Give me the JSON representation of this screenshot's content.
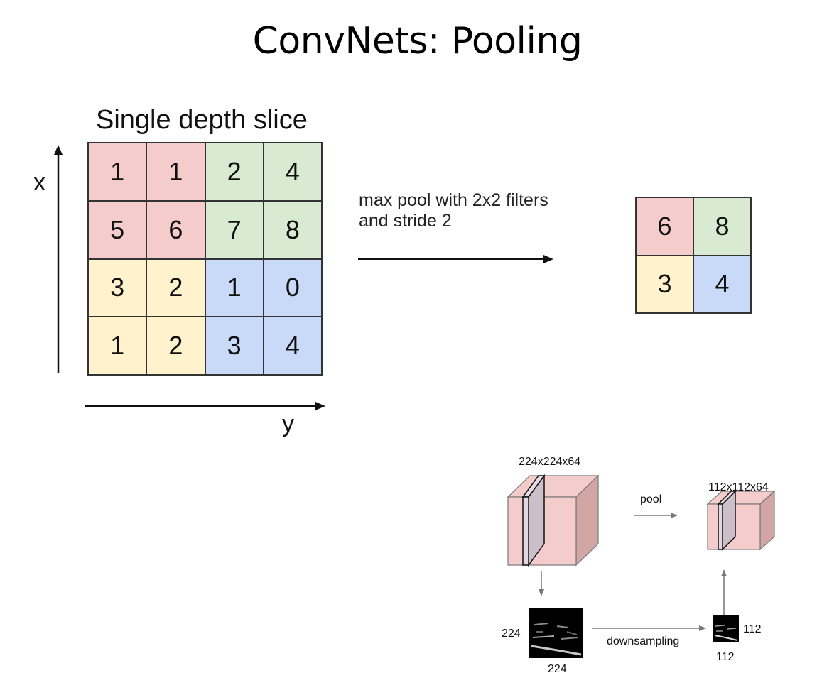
{
  "title": "ConvNets: Pooling",
  "input_slice": {
    "label": "Single depth slice",
    "x_axis_label": "x",
    "y_axis_label": "y",
    "cells": [
      [
        {
          "v": "1",
          "color": "#f4cccc"
        },
        {
          "v": "1",
          "color": "#f4cccc"
        },
        {
          "v": "2",
          "color": "#d9ead3"
        },
        {
          "v": "4",
          "color": "#d9ead3"
        }
      ],
      [
        {
          "v": "5",
          "color": "#f4cccc"
        },
        {
          "v": "6",
          "color": "#f4cccc"
        },
        {
          "v": "7",
          "color": "#d9ead3"
        },
        {
          "v": "8",
          "color": "#d9ead3"
        }
      ],
      [
        {
          "v": "3",
          "color": "#fff2cc"
        },
        {
          "v": "2",
          "color": "#fff2cc"
        },
        {
          "v": "1",
          "color": "#c9daf8"
        },
        {
          "v": "0",
          "color": "#c9daf8"
        }
      ],
      [
        {
          "v": "1",
          "color": "#fff2cc"
        },
        {
          "v": "2",
          "color": "#fff2cc"
        },
        {
          "v": "3",
          "color": "#c9daf8"
        },
        {
          "v": "4",
          "color": "#c9daf8"
        }
      ]
    ]
  },
  "operation": {
    "line1": "max pool with 2x2 filters",
    "line2": "and stride 2"
  },
  "output": {
    "cells": [
      [
        {
          "v": "6",
          "color": "#f4cccc"
        },
        {
          "v": "8",
          "color": "#d9ead3"
        }
      ],
      [
        {
          "v": "3",
          "color": "#fff2cc"
        },
        {
          "v": "4",
          "color": "#c9daf8"
        }
      ]
    ]
  },
  "volume_diagram": {
    "input_volume_label": "224x224x64",
    "output_volume_label": "112x112x64",
    "pool_label": "pool",
    "downsampling_label": "downsampling",
    "input_map_height": "224",
    "input_map_width": "224",
    "output_map_height": "112",
    "output_map_width": "112",
    "cube_color": "#f4cccc",
    "cube_side_color": "#d3a6a6",
    "slice_color": "#cdbfc9"
  }
}
